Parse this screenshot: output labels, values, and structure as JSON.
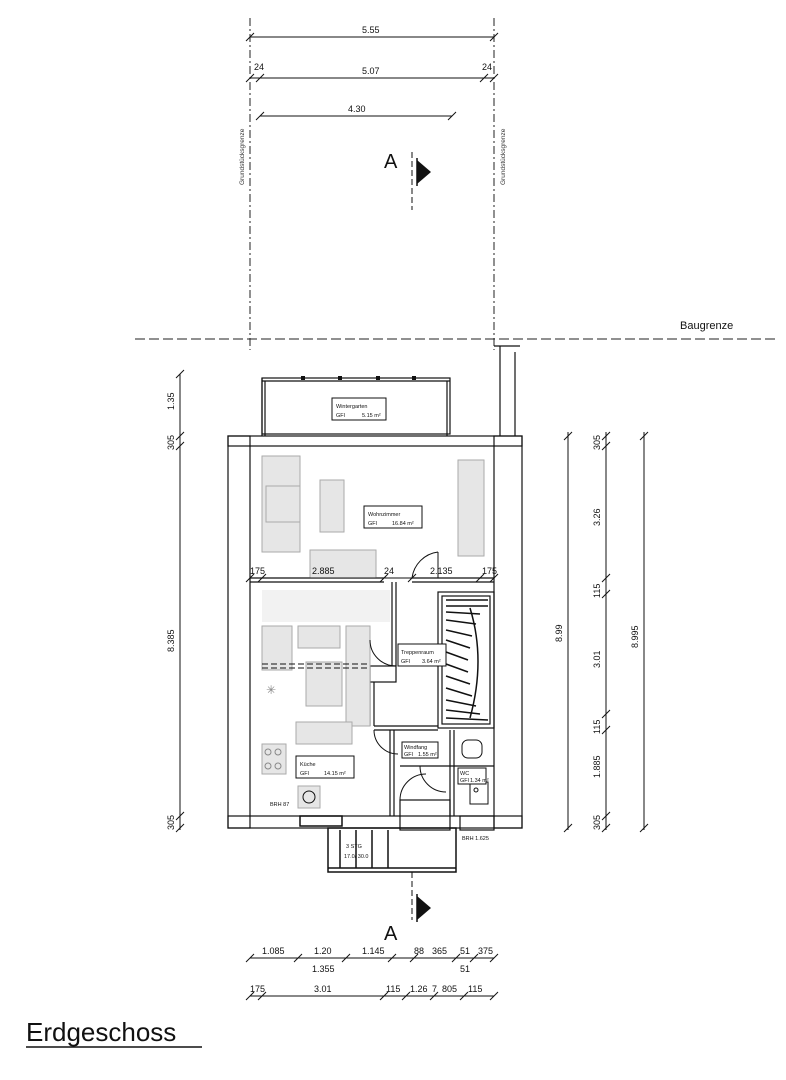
{
  "title": "Erdgeschoss",
  "baugrenze_label": "Baugrenze",
  "grundstuecksgrenze_label": "Grundstücksgrenze",
  "section_marker_label": "A",
  "top_dims": {
    "overall": "5.55",
    "inner": "5.07",
    "left_wall": "24",
    "right_wall": "24",
    "wintergarten_width": "4.30"
  },
  "left_dims": {
    "d1": "1.35",
    "d2": "305",
    "d3": "8.385",
    "d4": "305"
  },
  "right_dims": {
    "d1": "305",
    "d2": "3.26",
    "d3": "115",
    "d4": "3.01",
    "d5": "115",
    "d6": "1.885",
    "d7": "305",
    "total1": "8.99",
    "total2": "8.995"
  },
  "mid_dims": {
    "d1": "175",
    "d2": "2.885",
    "d3": "24",
    "d4": "2.135",
    "d5": "175"
  },
  "bottom_dims_row1": [
    "1.085",
    "1.20",
    "1.145",
    "88",
    "365",
    "51",
    "375"
  ],
  "bottom_dims_row1b": [
    "1.355",
    "51"
  ],
  "bottom_dims_row2": [
    "175",
    "3.01",
    "115",
    "1.26",
    "7",
    "805",
    "115"
  ],
  "rooms": {
    "wintergarten": {
      "name": "Wintergarten",
      "area_label": "GFl",
      "area": "5.15 m²"
    },
    "wohnzimmer": {
      "name": "Wohnzimmer",
      "area_label": "GFl",
      "area": "16.84 m²"
    },
    "treppenraum": {
      "name": "Treppenraum",
      "area_label": "GFl",
      "area": "3.64 m²"
    },
    "kueche": {
      "name": "Küche",
      "area_label": "GFl",
      "area": "14.15 m²"
    },
    "windfang": {
      "name": "Windfang",
      "area_label": "GFl",
      "area": "1.55 m²"
    },
    "wc": {
      "name": "WC",
      "area_label": "GFl",
      "area": "1.34 m²"
    }
  },
  "notes": {
    "brh_left": "BRH 87",
    "brh_right": "BRH 1.625",
    "stairs": "3 STG",
    "stairs_ratio": "17.0/ 30.0"
  }
}
